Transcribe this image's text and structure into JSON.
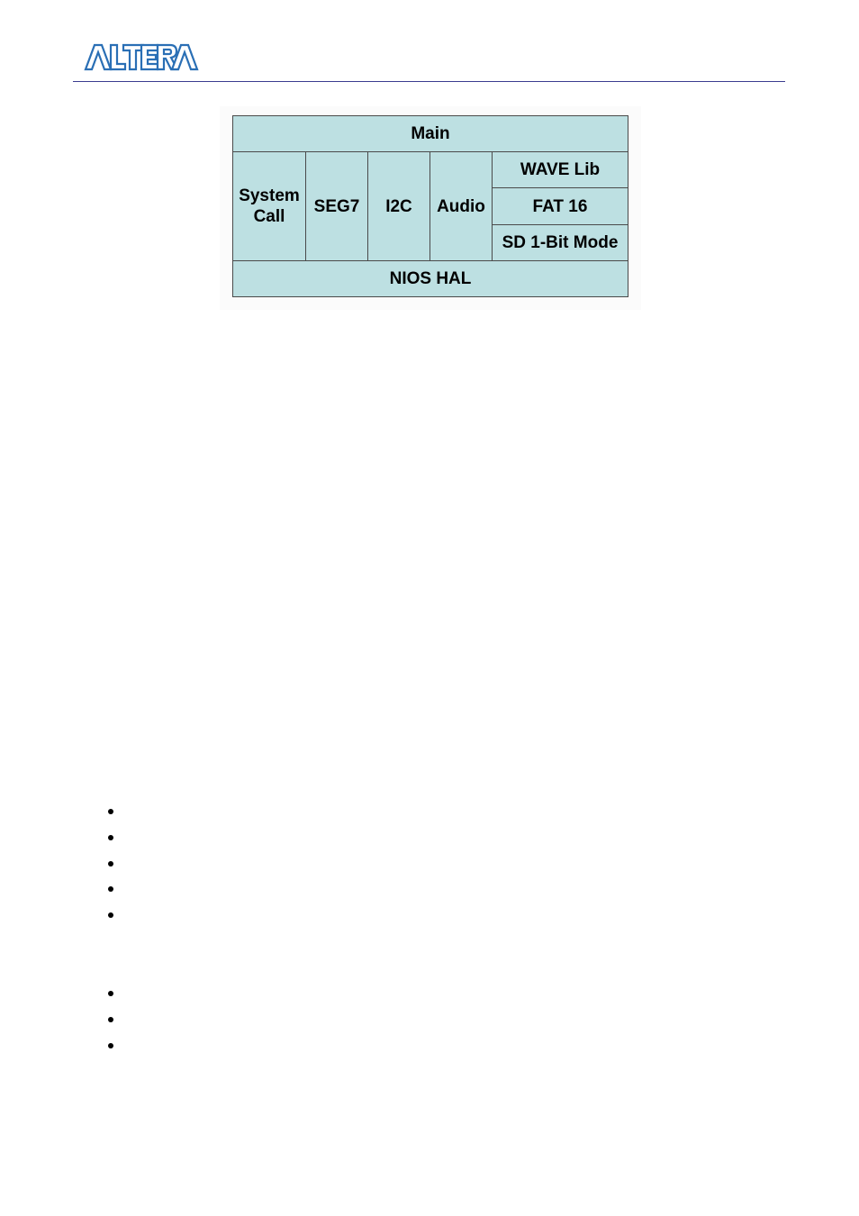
{
  "header": {
    "logo_text": "ALTERA"
  },
  "diagram": {
    "main": "Main",
    "system_call_line1": "System",
    "system_call_line2": "Call",
    "seg7": "SEG7",
    "i2c": "I2C",
    "audio": "Audio",
    "wave_lib": "WAVE Lib",
    "fat16": "FAT 16",
    "sd_mode": "SD 1-Bit Mode",
    "nios_hal": "NIOS HAL"
  },
  "colors": {
    "block_fill": "#bde0e2",
    "block_border": "#4a4a4a",
    "logo_blue": "#2a6fb5",
    "rule_color": "#3b3d8f"
  },
  "bullet_list_1": {
    "item_count": 5
  },
  "bullet_list_2": {
    "item_count": 3
  }
}
